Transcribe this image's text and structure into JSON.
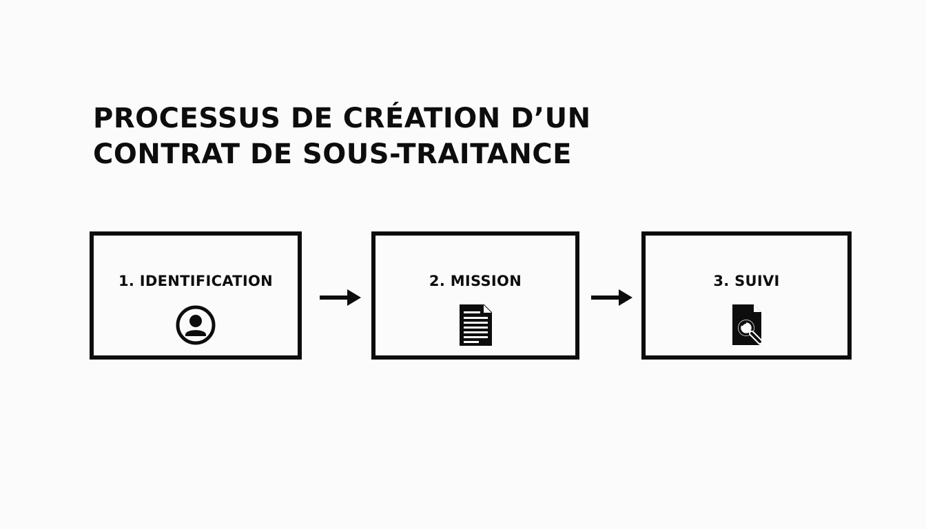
{
  "title": {
    "line1": "PROCESSUS DE CRÉATION D’UN",
    "line2": "CONTRAT DE SOUS-TRAITANCE"
  },
  "steps": [
    {
      "label": "1. IDENTIFICATION",
      "icon": "user-circle-icon"
    },
    {
      "label": "2. MISSION",
      "icon": "document-icon"
    },
    {
      "label": "3. SUIVI",
      "icon": "document-search-icon"
    }
  ],
  "connectors": [
    "arrow-right-icon",
    "arrow-right-icon"
  ],
  "colors": {
    "background": "#fbfbfb",
    "foreground": "#0d0d0d"
  }
}
